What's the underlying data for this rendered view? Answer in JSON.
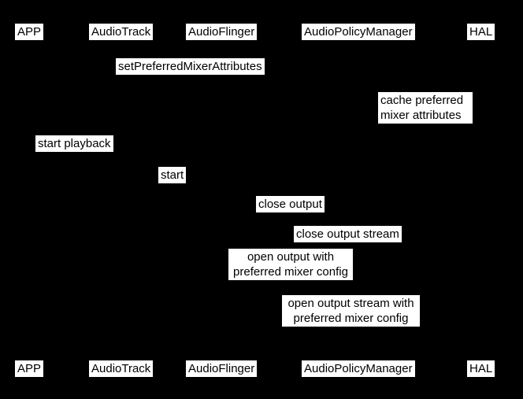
{
  "colors": {
    "background": "#000000",
    "label_background": "#ffffff",
    "label_text": "#000000"
  },
  "diagram": {
    "type": "sequence-diagram",
    "participants_top": [
      {
        "label": "APP"
      },
      {
        "label": "AudioTrack"
      },
      {
        "label": "AudioFlinger"
      },
      {
        "label": "AudioPolicyManager"
      },
      {
        "label": "HAL"
      }
    ],
    "participants_bottom": [
      {
        "label": "APP"
      },
      {
        "label": "AudioTrack"
      },
      {
        "label": "AudioFlinger"
      },
      {
        "label": "AudioPolicyManager"
      },
      {
        "label": "HAL"
      }
    ],
    "messages": [
      {
        "label": "setPreferredMixerAttributes"
      },
      {
        "lines": [
          "cache preferred",
          "mixer attributes"
        ]
      },
      {
        "label": "start playback"
      },
      {
        "label": "start"
      },
      {
        "label": "close output"
      },
      {
        "label": "close output stream"
      },
      {
        "lines": [
          "open output with",
          "preferred mixer config"
        ]
      },
      {
        "lines": [
          "open output stream with",
          "preferred mixer config"
        ]
      }
    ]
  }
}
